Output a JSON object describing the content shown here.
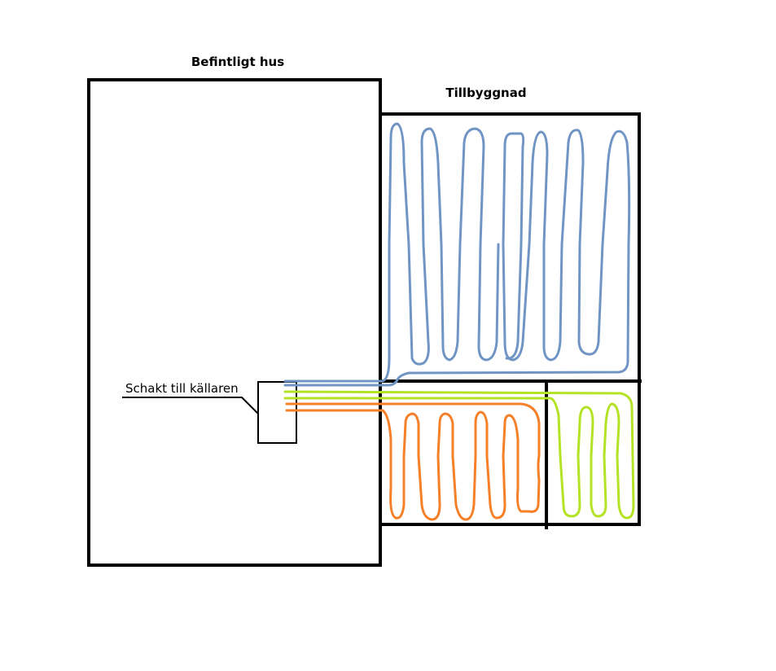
{
  "labels": {
    "existing_house": "Befintligt hus",
    "extension": "Tillbyggnad",
    "shaft": "Schakt till källaren"
  },
  "colors": {
    "wall": "#000000",
    "loop_blue": "#7095c4",
    "loop_orange": "#f58029",
    "loop_green": "#b4e224"
  },
  "loops": [
    {
      "name": "blue-loop",
      "color_key": "loop_blue",
      "zone": "upper extension room"
    },
    {
      "name": "orange-loop",
      "color_key": "loop_orange",
      "zone": "lower-left extension room"
    },
    {
      "name": "green-loop",
      "color_key": "loop_green",
      "zone": "lower-right extension room"
    }
  ]
}
